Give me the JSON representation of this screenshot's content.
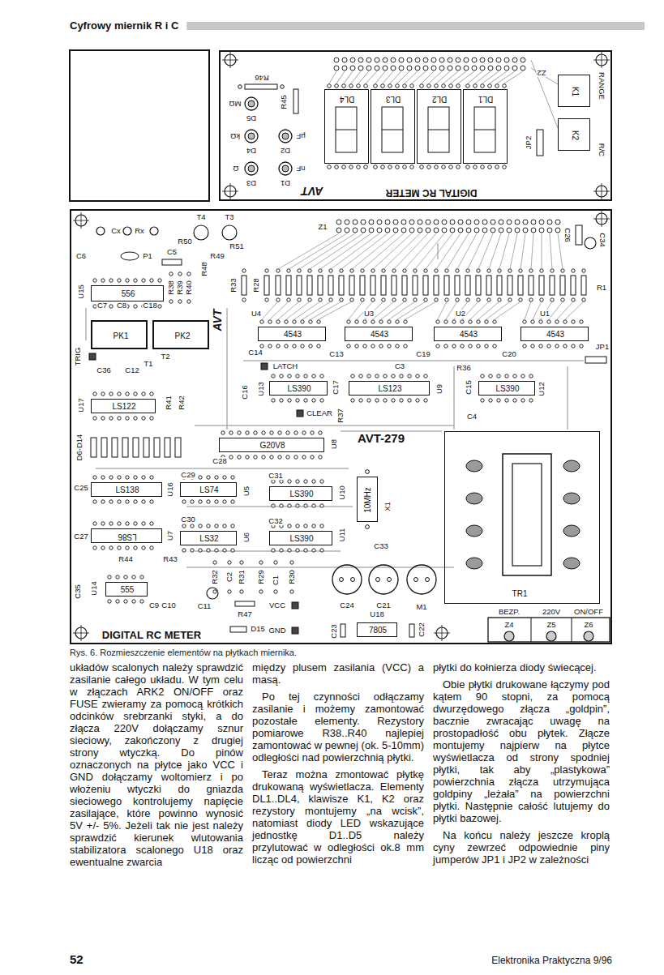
{
  "diagram": {
    "title": "Cyfrowy miernik R i C",
    "caption": "Rys. 6. Rozmieszczenie elementów na płytkach miernika.",
    "nodes": [
      {
        "text": [
          "DIGITAL RC METER"
        ]
      },
      {
        "text": [
          "DL4"
        ],
        "in": 0
      },
      {
        "text": [
          "DL3"
        ],
        "in": 0
      },
      {
        "text": [
          "DL2"
        ],
        "in": 0
      },
      {
        "text": [
          "DL1"
        ],
        "in": 0
      },
      {
        "text": [
          "K1"
        ],
        "in": 0
      },
      {
        "text": [
          "K2"
        ],
        "in": 0
      },
      {
        "text": [
          "DIGITAL RC METER",
          "AVT-279"
        ]
      },
      {
        "text": [
          "556"
        ],
        "in": 7
      },
      {
        "text": [
          "PK1"
        ],
        "in": 7
      },
      {
        "text": [
          "PK2"
        ],
        "in": 7
      },
      {
        "text": [
          "4543"
        ],
        "in": 7
      },
      {
        "text": [
          "4543"
        ],
        "in": 7
      },
      {
        "text": [
          "4543"
        ],
        "in": 7
      },
      {
        "text": [
          "4543"
        ],
        "in": 7
      },
      {
        "text": [
          "LS390"
        ],
        "in": 7
      },
      {
        "text": [
          "LS123"
        ],
        "in": 7
      },
      {
        "text": [
          "LS390"
        ],
        "in": 7
      },
      {
        "text": [
          "LS122"
        ],
        "in": 7
      },
      {
        "text": [
          "G20V8"
        ],
        "in": 7
      },
      {
        "text": [
          "LS138"
        ],
        "in": 7
      },
      {
        "text": [
          "LS74"
        ],
        "in": 7
      },
      {
        "text": [
          "LS390"
        ],
        "in": 7
      },
      {
        "text": [
          "10MHz"
        ],
        "in": 7
      },
      {
        "text": [
          "LS86"
        ],
        "in": 7
      },
      {
        "text": [
          "LS32"
        ],
        "in": 7
      },
      {
        "text": [
          "LS390"
        ],
        "in": 7
      },
      {
        "text": [
          "555"
        ],
        "in": 7
      },
      {
        "text": [
          "7805"
        ],
        "in": 7
      },
      {
        "text": [
          "TR1"
        ],
        "in": 7
      }
    ],
    "labels": [
      "R46",
      "R45",
      "MΩ",
      "D5",
      "kΩ",
      "D4",
      "Ω",
      "D3",
      "µF",
      "D2",
      "nF",
      "D1",
      "Z2",
      "JP2",
      "RANGE",
      "R/C",
      "AVT",
      "Cx",
      "Rx",
      "T4",
      "T3",
      "C6",
      "P1",
      "C5",
      "R50",
      "R51",
      "R49",
      "R48",
      "Z1",
      "C26",
      "C34",
      "U15",
      "R38",
      "R39",
      "R40",
      "C7",
      "C8",
      "C18",
      "R33",
      "R28",
      "R1",
      "TRIG",
      "T1",
      "T2",
      "C36",
      "C12",
      "U4",
      "U3",
      "U2",
      "U1",
      "C14",
      "C13",
      "C19",
      "C20",
      "JP1",
      "LATCH",
      "C3",
      "R36",
      "C16",
      "U13",
      "C17",
      "U9",
      "C15",
      "U12",
      "CLEAR",
      "R37",
      "C4",
      "U17",
      "R41",
      "R42",
      "D6-D14",
      "U8",
      "AVT",
      "C28",
      "C29",
      "C31",
      "C25",
      "U16",
      "U5",
      "U10",
      "X1",
      "C30",
      "C32",
      "C27",
      "U7",
      "U6",
      "U11",
      "C33",
      "R44",
      "R43",
      "C35",
      "U14",
      "C9",
      "C10",
      "R32",
      "C2",
      "R31",
      "R29",
      "C1",
      "R30",
      "C11",
      "R47",
      "VCC",
      "D15",
      "GND",
      "C24",
      "C21",
      "M1",
      "C23",
      "U18",
      "C22",
      "BEZP.",
      "220V",
      "ON/OFF",
      "Z4",
      "Z5",
      "Z6",
      "układów scalonych należy sprawdzić zasilanie całego układu. W tym celu w złączach ARK2 ON/OFF oraz FUSE zwieramy za pomocą krótkich odcinków srebrzanki styki, a do złącza 220V dołączamy sznur sieciowy, zakończony z drugiej strony wtyczką. Do pinów oznaczonych na płytce jako VCC i GND dołączamy woltomierz i po włożeniu wtyczki do gniazda sieciowego kontrolujemy napięcie zasilające, które powinno wynosić 5V +/- 5%. Jeżeli tak nie jest należy sprawdzić kierunek wlutowania stabilizatora scalonego U18 oraz ewentualne zwarcia",
      "między plusem zasilania (VCC) a masą.",
      "Po tej czynności odłączamy zasilanie i możemy zamontować pozostałe elementy. Rezystory pomiarowe R38..R40 najlepiej zamontować w pewnej (ok. 5-10mm) odległości nad powierzchnią płytki.",
      "Teraz można zmontować płytkę drukowaną wyświetlacza. Elementy DL1..DL4, klawisze K1, K2 oraz rezystory montujemy „na wcisk”, natomiast diody LED wskazujące jednostkę D1..D5 należy przylutować w odległości ok.8 mm licząc od powierzchni",
      "płytki do kołnierza diody świecącej.",
      "Obie płytki drukowane łączymy pod kątem 90 stopni, za pomocą dwurzędowego złącza „goldpin”, bacznie zwracając uwagę na prostopadłość obu płytek. Złącze montujemy najpierw na płytce wyświetlacza od strony spodniej płytki, tak aby „plastykowa” powierzchnia złącza utrzymująca goldpiny „leżała” na powierzchni płytki. Następnie całość lutujemy do płytki bazowej.",
      "Na końcu należy jeszcze kroplą cyny zewrzeć odpowiednie piny jumperów JP1 i JP2 w zależności",
      "52",
      "Elektronika Praktyczna 9/96"
    ]
  }
}
